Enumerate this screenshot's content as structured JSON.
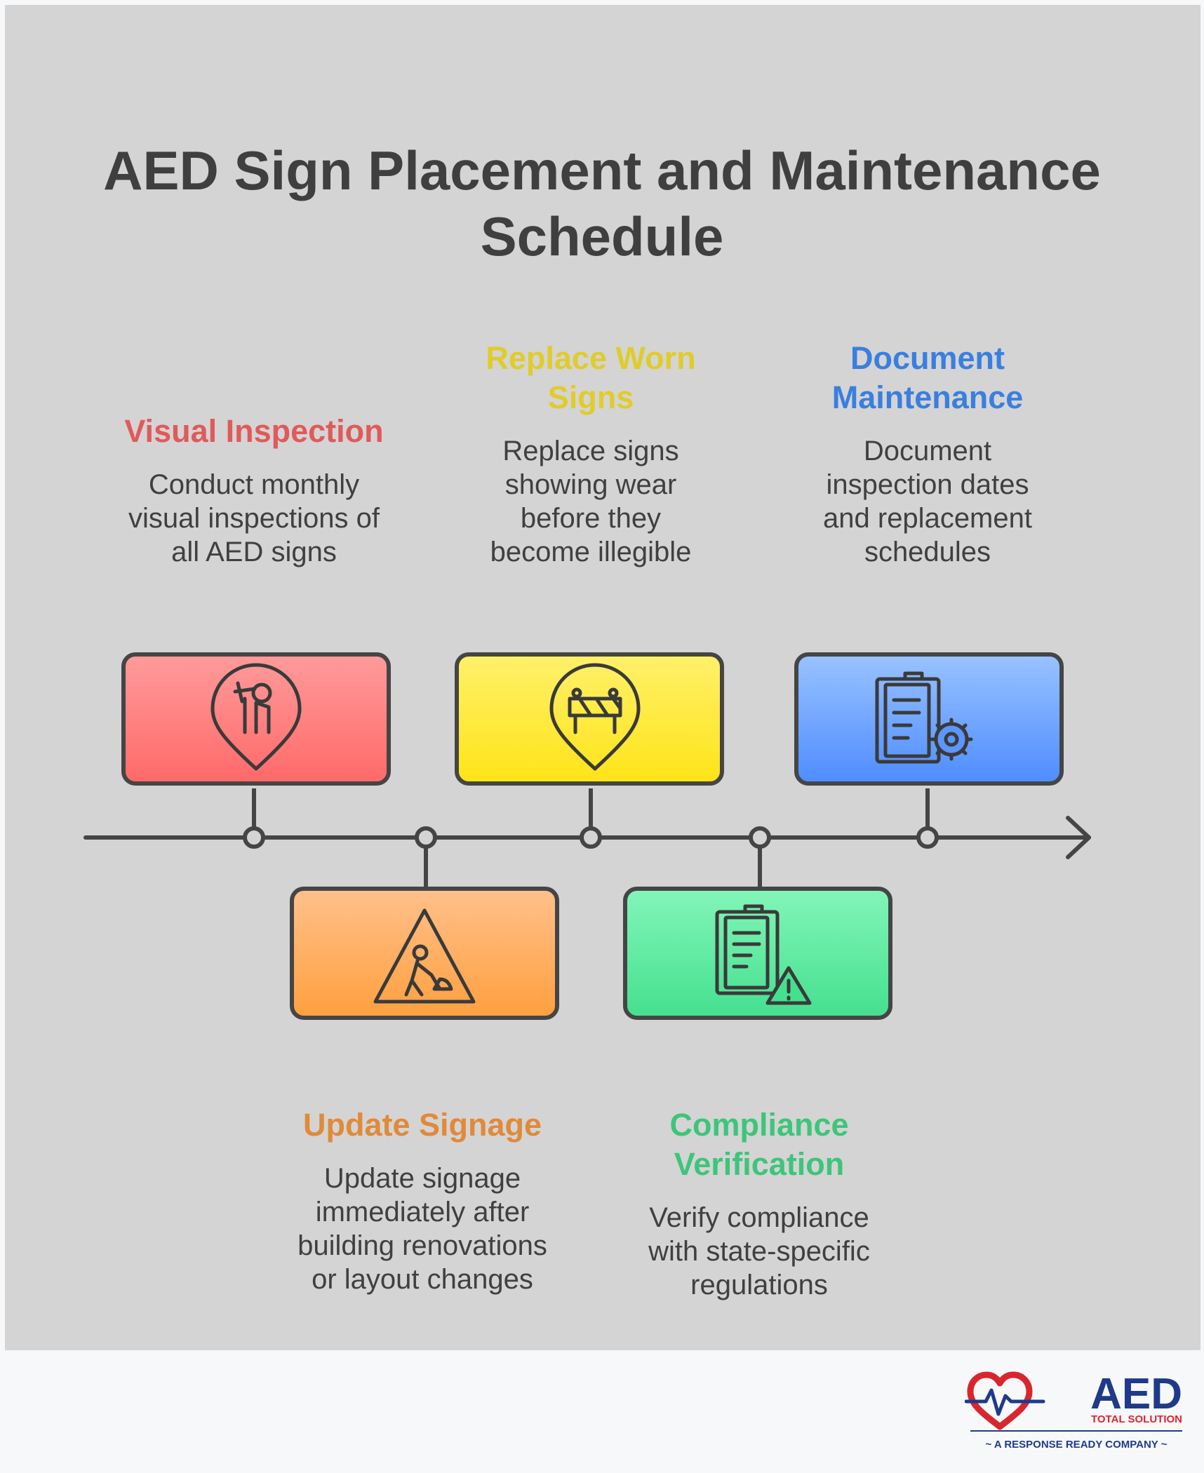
{
  "title": "AED Sign Placement and Maintenance Schedule",
  "steps": [
    {
      "heading": "Visual Inspection",
      "description": "Conduct monthly visual inspections of all AED signs",
      "color": "#e05a5a",
      "icon": "inspector-pin-icon"
    },
    {
      "heading": "Update Signage",
      "description": "Update signage immediately after building renovations or layout changes",
      "color": "#e08a3a",
      "icon": "construction-worker-sign-icon"
    },
    {
      "heading": "Replace Worn Signs",
      "description": "Replace signs showing wear before they become illegible",
      "color": "#e0cc2a",
      "icon": "barrier-pin-icon"
    },
    {
      "heading": "Compliance Verification",
      "description": "Verify compliance with state-specific regulations",
      "color": "#3dc57a",
      "icon": "clipboard-warning-icon"
    },
    {
      "heading": "Document Maintenance",
      "description": "Document inspection dates and replacement schedules",
      "color": "#3a7fe0",
      "icon": "clipboard-gear-icon"
    }
  ],
  "logo": {
    "brand": "AED",
    "subtitle": "TOTAL SOLUTION",
    "tagline": "~ A RESPONSE READY COMPANY ~"
  }
}
